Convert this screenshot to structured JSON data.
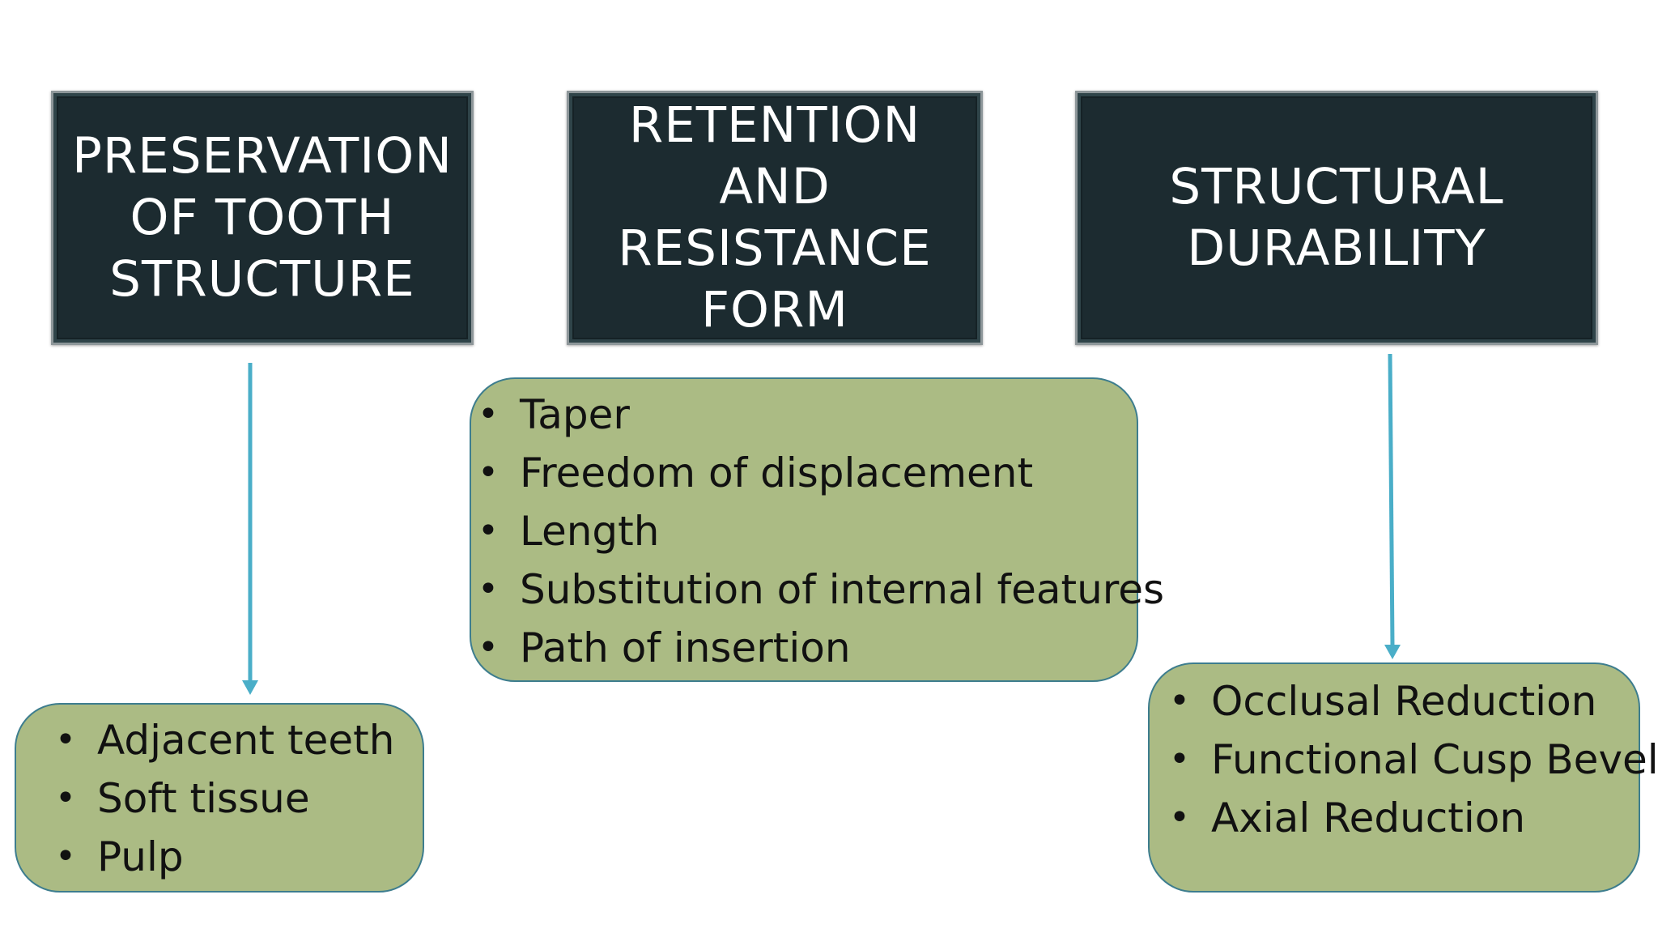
{
  "headers": {
    "preservation": {
      "lines": [
        "PRESERVATION",
        "OF TOOTH",
        "STRUCTURE"
      ]
    },
    "retention": {
      "lines": [
        "RETENTION",
        "AND",
        "RESISTANCE",
        "FORM"
      ]
    },
    "durability": {
      "lines": [
        "STRUCTURAL",
        "DURABILITY"
      ]
    }
  },
  "lists": {
    "preservation": [
      "Adjacent teeth",
      "Soft tissue",
      "Pulp"
    ],
    "retention": [
      "Taper",
      "Freedom of displacement",
      "Length",
      "Substitution of internal features",
      "Path of insertion"
    ],
    "durability": [
      "Occlusal Reduction",
      "Functional Cusp Bevel",
      "Axial Reduction"
    ]
  },
  "colors": {
    "header_bg": "#1c2b30",
    "box_bg": "#abbb84",
    "box_border": "#3d7d8e",
    "arrow": "#4aaec8"
  }
}
